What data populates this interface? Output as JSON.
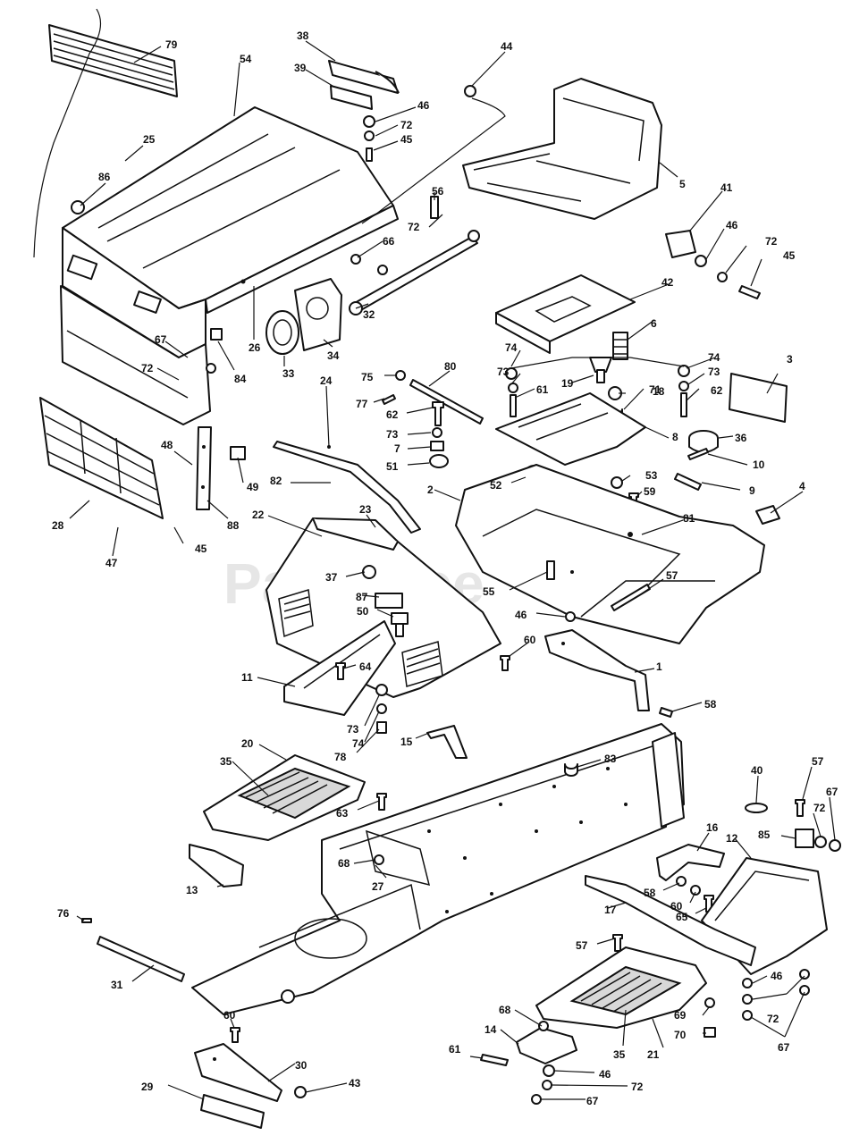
{
  "watermark": {
    "text": "PartsTree",
    "trademark": "TM"
  },
  "callouts": {
    "c79": "79",
    "c54": "54",
    "c25": "25",
    "c86": "86",
    "c38": "38",
    "c39": "39",
    "c44": "44",
    "c46a": "46",
    "c72a": "72",
    "c45a": "45",
    "c5": "5",
    "c41": "41",
    "c46b": "46",
    "c72b": "72",
    "c45b": "45",
    "c56": "56",
    "c72c": "72",
    "c66": "66",
    "c32": "32",
    "c42": "42",
    "c6": "6",
    "c26": "26",
    "c33": "33",
    "c34": "34",
    "c67a": "67",
    "c84": "84",
    "c72d": "72",
    "c74a": "74",
    "c73a": "73",
    "c61a": "61",
    "c19": "19",
    "c74b": "74",
    "c73b": "73",
    "c62a": "62",
    "c71": "71",
    "c18": "18",
    "c3": "3",
    "c36": "36",
    "c75": "75",
    "c80": "80",
    "c77": "77",
    "c62b": "62",
    "c73c": "73",
    "c7": "7",
    "c51": "51",
    "c8": "8",
    "c10": "10",
    "c9": "9",
    "c53": "53",
    "c52": "52",
    "c59": "59",
    "c48": "48",
    "c49": "49",
    "c24": "24",
    "c82": "82",
    "c2": "2",
    "c4": "4",
    "c28": "28",
    "c88": "88",
    "c45c": "45",
    "c47": "47",
    "c22": "22",
    "c23": "23",
    "c81": "81",
    "c37": "37",
    "c87": "87",
    "c55": "55",
    "c57a": "57",
    "c50": "50",
    "c46c": "46",
    "c60a": "60",
    "c1": "1",
    "c11": "11",
    "c64": "64",
    "c58a": "58",
    "c73d": "73",
    "c74c": "74",
    "c15": "15",
    "c78": "78",
    "c20": "20",
    "c35a": "35",
    "c83": "83",
    "c40": "40",
    "c57b": "57",
    "c67b": "67",
    "c72e": "72",
    "c85": "85",
    "c63": "63",
    "c16": "16",
    "c12": "12",
    "c68a": "68",
    "c27": "27",
    "c13": "13",
    "c58b": "58",
    "c60b": "60",
    "c65": "65",
    "c17": "17",
    "c76": "76",
    "c31": "31",
    "c57c": "57",
    "c46d": "46",
    "c72f": "72",
    "c67c": "67",
    "c68b": "68",
    "c69": "69",
    "c70": "70",
    "c35b": "35",
    "c21": "21",
    "c14": "14",
    "c61b": "61",
    "c60c": "60",
    "c30": "30",
    "c46e": "46",
    "c72g": "72",
    "c29": "29",
    "c43": "43",
    "c67d": "67"
  }
}
